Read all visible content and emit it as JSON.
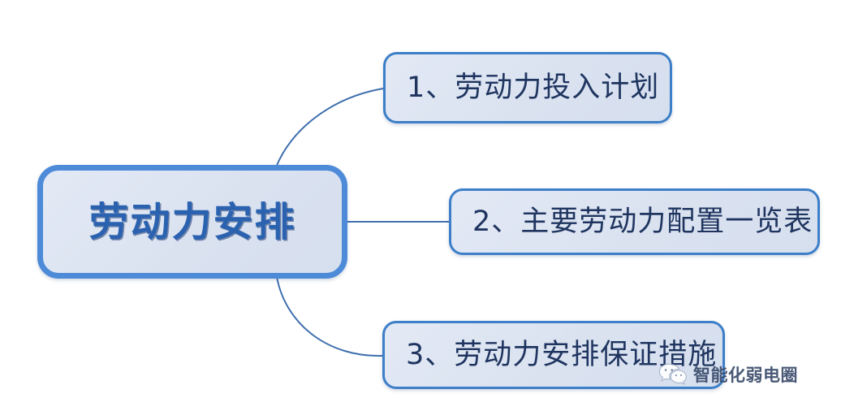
{
  "diagram": {
    "type": "mind-map",
    "title": "劳动力安排",
    "background_color": "#ffffff",
    "node_fill_color": "#dde4f1",
    "root_border_color": "#4d8ad8",
    "child_border_color": "#3d7fc8",
    "root_text_color": "#2a62b0",
    "child_text_color": "#1f3560",
    "connector_color": "#3f6fae"
  },
  "root": {
    "label": "劳动力安排"
  },
  "branches": [
    {
      "index": "1",
      "label": "1、劳动力投入计划"
    },
    {
      "index": "2",
      "label": "2、主要劳动力配置一览表"
    },
    {
      "index": "3",
      "label": "3、劳动力安排保证措施"
    }
  ],
  "watermark": {
    "text": "智能化弱电圈",
    "icon": "wechat-logo-icon"
  }
}
